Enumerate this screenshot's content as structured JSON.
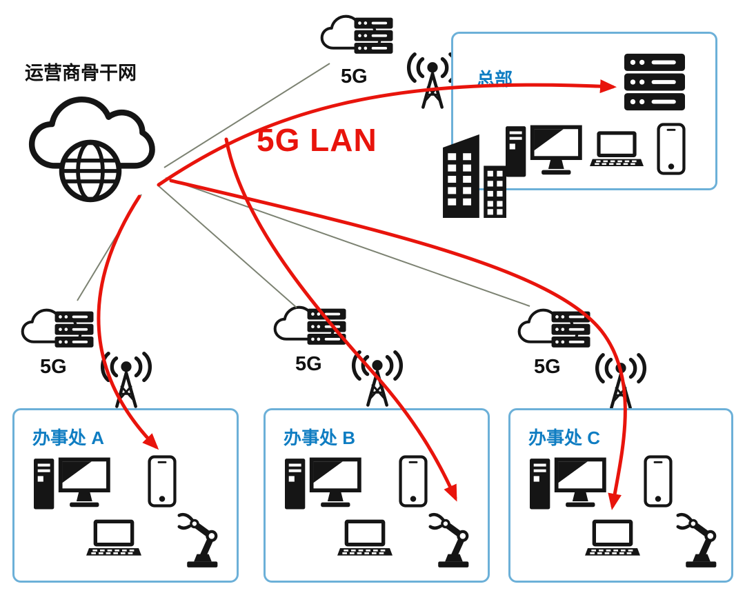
{
  "backbone": {
    "label": "运营商骨干网"
  },
  "lan_label": "5G LAN",
  "access_label": "5G",
  "hq": {
    "label": "总部"
  },
  "offices": [
    {
      "label": "办事处 A"
    },
    {
      "label": "办事处 B"
    },
    {
      "label": "办事处 C"
    }
  ],
  "colors": {
    "arrow_red": "#e8140c",
    "link_gray": "#7c8272",
    "box_border": "#6cb0d8",
    "site_label_blue": "#0f7dc2",
    "icon_black": "#151515"
  }
}
